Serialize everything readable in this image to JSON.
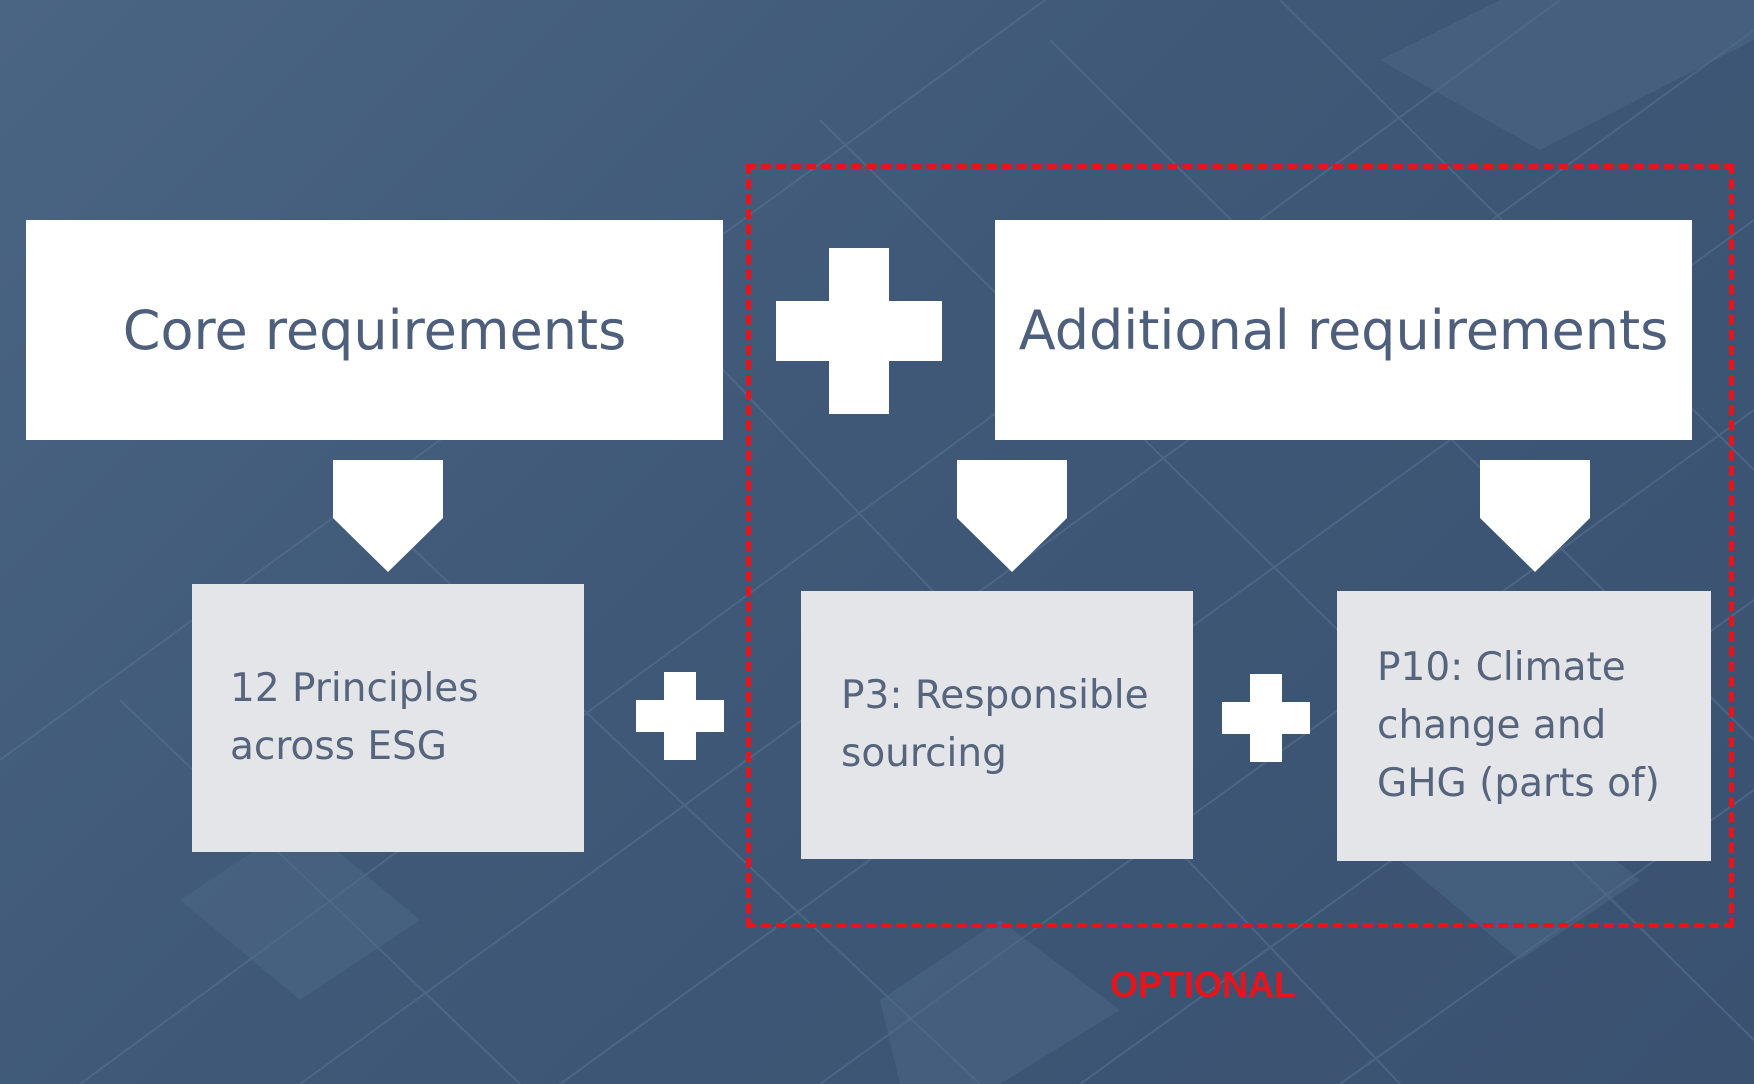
{
  "core": {
    "title": "Core requirements",
    "detail": [
      "12 Principles",
      "across ESG"
    ]
  },
  "additional": {
    "title": "Additional requirements",
    "items": [
      {
        "lines": [
          "P3: Responsible",
          "sourcing"
        ]
      },
      {
        "lines": [
          "P10: Climate",
          "change and",
          "GHG (parts of)"
        ]
      }
    ]
  },
  "optional_label": "OPTIONAL",
  "colors": {
    "background": "#3f5773",
    "box_white": "#ffffff",
    "box_grey": "#e3e5e9",
    "text": "#4e5f7c",
    "optional_accent": "#e8141c"
  },
  "icons": [
    "plus-icon",
    "chevron-down-icon"
  ]
}
